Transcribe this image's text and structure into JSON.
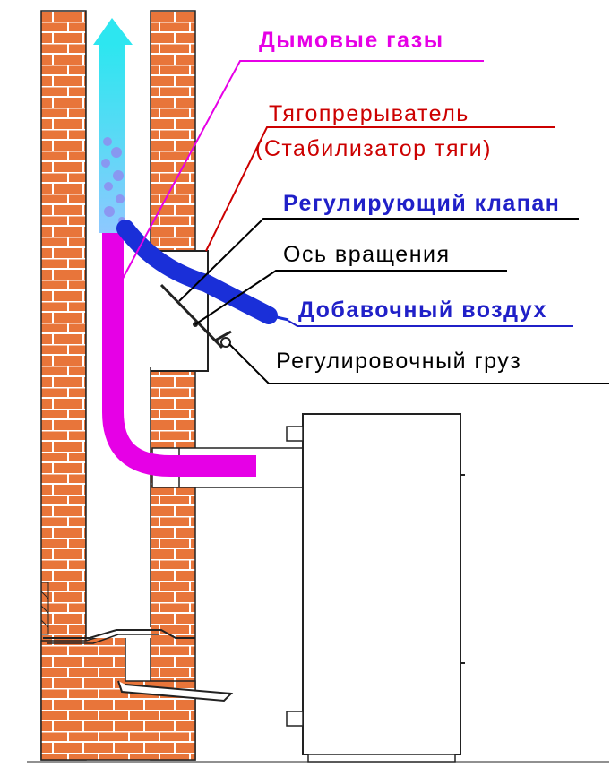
{
  "labels": {
    "flue_gases": "Дымовые газы",
    "draft_breaker": "Тягопрерыватель",
    "draft_stabilizer": "(Стабилизатор тяги)",
    "control_valve": "Регулирующий клапан",
    "rotation_axis": "Ось вращения",
    "extra_air": "Добавочный воздух",
    "control_weight": "Регулировочный груз"
  },
  "colors": {
    "flue_gases": "#e600e6",
    "draft_breaker": "#cc0000",
    "control_valve": "#2020c8",
    "rotation_axis": "#000000",
    "extra_air": "#2020c8",
    "control_weight": "#000000",
    "brick": "#e8753a",
    "mortar": "#ffffff",
    "smoke_gradient_top": "#2de6f0",
    "smoke_gradient_bottom": "#8ec8ff",
    "air_flow": "#1a2fd8",
    "boiler_outline": "#222222"
  },
  "icons": {
    "smoke_arrow": "arrow-up-icon",
    "pivot": "pivot-dot-icon"
  }
}
